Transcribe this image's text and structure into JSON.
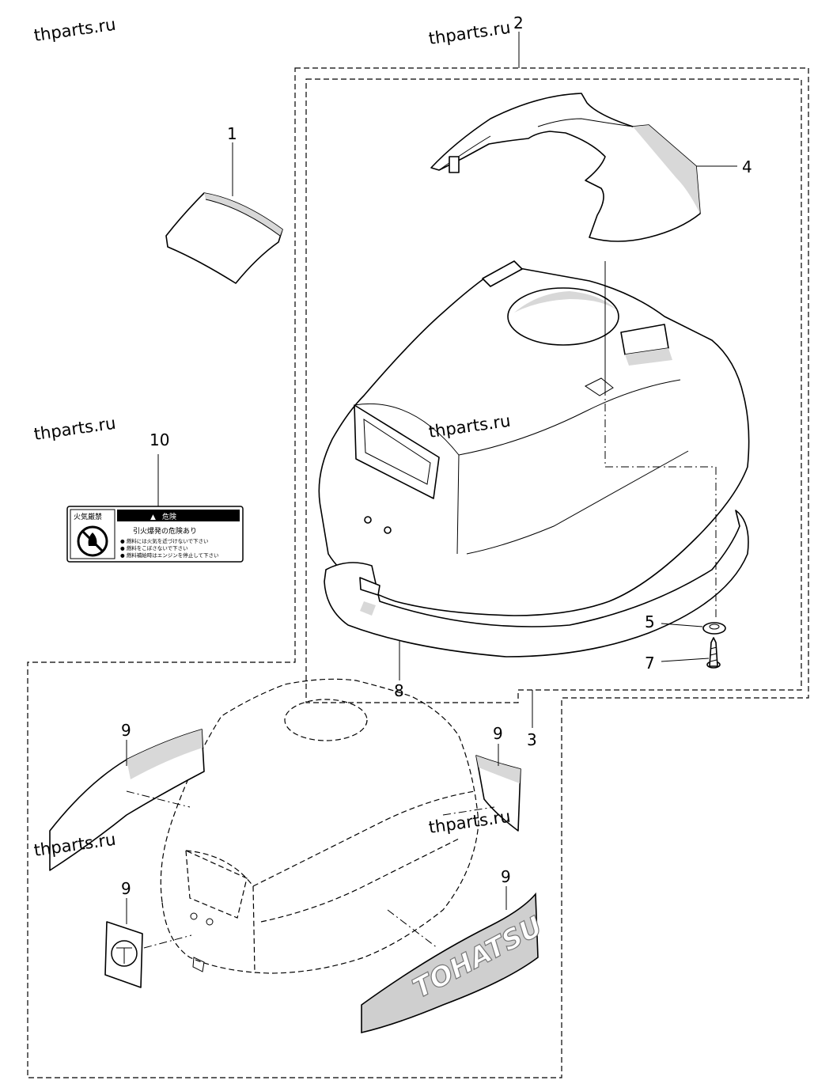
{
  "watermarks": [
    "thparts.ru",
    "thparts.ru",
    "thparts.ru",
    "thparts.ru",
    "thparts.ru",
    "thparts.ru"
  ],
  "callouts": {
    "p1": "1",
    "p2": "2",
    "p3": "3",
    "p4": "4",
    "p5": "5",
    "p7": "7",
    "p8": "8",
    "p9a": "9",
    "p9b": "9",
    "p9c": "9",
    "p9d": "9",
    "p10": "10"
  },
  "warning_label": {
    "left_header": "火気厳禁",
    "right_header": "危険",
    "headline": "引火爆発の危険あり",
    "lines": [
      "● 燃料には火気を近づけないで下さい",
      "● 燃料をこぼさないで下さい",
      "● 燃料補給時はエンジンを停止して下さい"
    ]
  },
  "decal_brand": "TOHATSU"
}
